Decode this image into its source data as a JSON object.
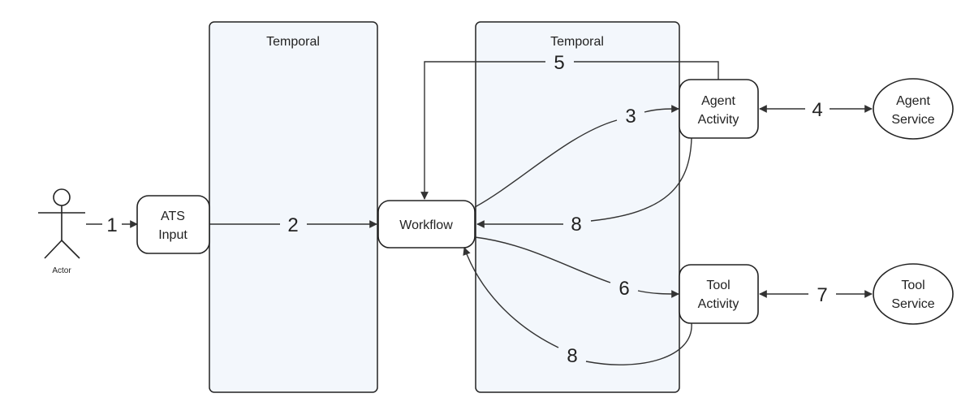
{
  "containers": [
    {
      "id": "temporal-1",
      "title": "Temporal"
    },
    {
      "id": "temporal-2",
      "title": "Temporal"
    }
  ],
  "actor": {
    "label": "Actor"
  },
  "nodes": {
    "ats_input": {
      "lines": [
        "ATS",
        "Input"
      ]
    },
    "workflow": {
      "lines": [
        "Workflow"
      ]
    },
    "agent_activity": {
      "lines": [
        "Agent",
        "Activity"
      ]
    },
    "tool_activity": {
      "lines": [
        "Tool",
        "Activity"
      ]
    },
    "agent_service": {
      "lines": [
        "Agent",
        "Service"
      ]
    },
    "tool_service": {
      "lines": [
        "Tool",
        "Service"
      ]
    }
  },
  "edges": [
    {
      "id": "e1",
      "label": "1",
      "from": "Actor",
      "to": "ATS Input"
    },
    {
      "id": "e2",
      "label": "2",
      "from": "ATS Input",
      "to": "Workflow"
    },
    {
      "id": "e3",
      "label": "3",
      "from": "Workflow",
      "to": "Agent Activity"
    },
    {
      "id": "e4",
      "label": "4",
      "from": "Agent Activity",
      "to": "Agent Service"
    },
    {
      "id": "e5",
      "label": "5",
      "from": "Agent Activity",
      "to": "Workflow"
    },
    {
      "id": "e6",
      "label": "6",
      "from": "Workflow",
      "to": "Tool Activity"
    },
    {
      "id": "e7",
      "label": "7",
      "from": "Tool Activity",
      "to": "Tool Service"
    },
    {
      "id": "e8a",
      "label": "8",
      "from": "Agent Activity",
      "to": "Workflow"
    },
    {
      "id": "e8b",
      "label": "8",
      "from": "Tool Activity",
      "to": "Workflow"
    }
  ],
  "colors": {
    "container_fill": "#f3f7fc",
    "stroke": "#222222",
    "edge": "#333333",
    "node_fill": "#ffffff"
  }
}
